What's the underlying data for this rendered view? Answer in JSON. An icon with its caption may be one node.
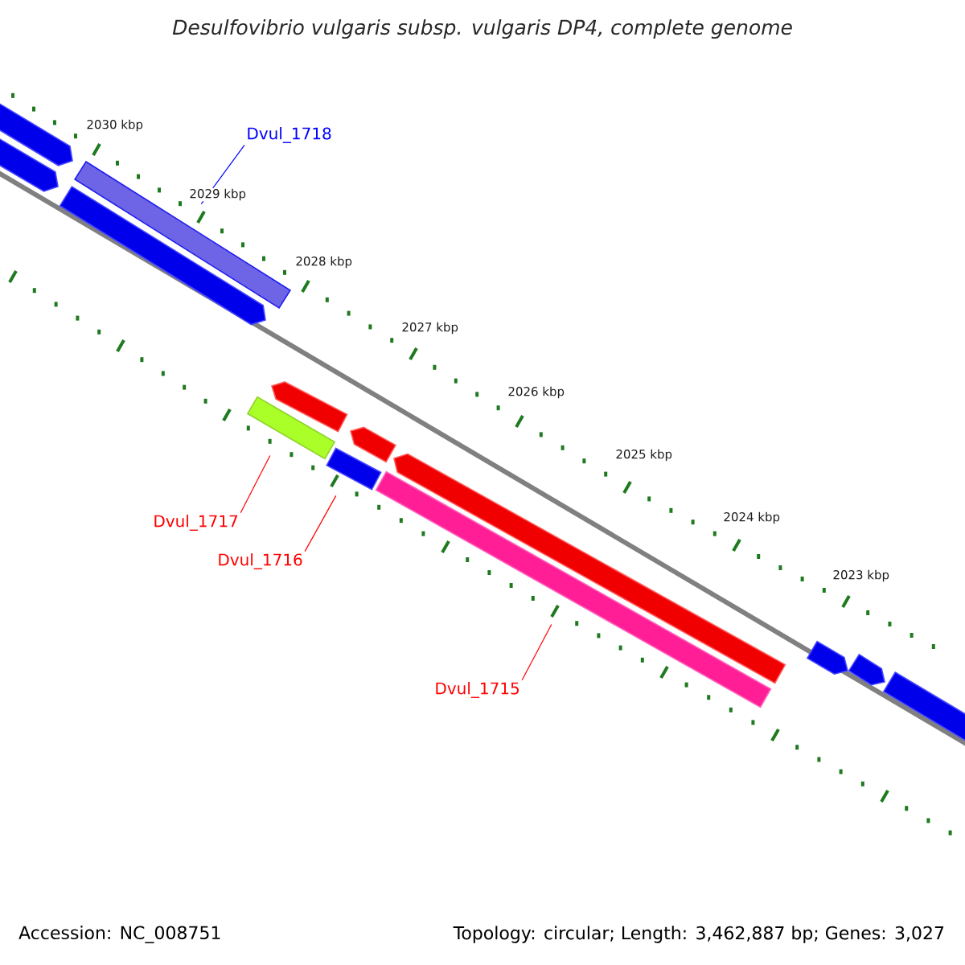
{
  "diagram": {
    "title": "Desulfovibrio vulgaris subsp. vulgaris DP4, complete genome",
    "nodes": [
      {
        "text": [
          "Dvul_1718"
        ]
      },
      {
        "text": [],
        "shape": "bar"
      },
      {
        "text": [
          "Dvul_1717"
        ]
      },
      {
        "text": [],
        "shape": "bar"
      },
      {
        "text": [
          "Dvul_1716"
        ]
      },
      {
        "text": [],
        "shape": "bar"
      },
      {
        "text": [
          "Dvul_1715"
        ]
      },
      {
        "text": [],
        "shape": "bar"
      }
    ],
    "edges": [
      {
        "from": 0,
        "to": 1,
        "arrow": "none",
        "color": "#0000ff"
      },
      {
        "from": 2,
        "to": 3,
        "arrow": "none"
      },
      {
        "from": 4,
        "to": 5,
        "arrow": "none"
      },
      {
        "from": 6,
        "to": 7,
        "arrow": "none"
      }
    ],
    "labels": [
      "2030 kbp",
      "2029 kbp",
      "2028 kbp",
      "2027 kbp",
      "2026 kbp",
      "2025 kbp",
      "2024 kbp",
      "2023 kbp",
      "Accession: NC_008751",
      "Topology: circular; Length: 3,462,887 bp; Genes: 3,027"
    ]
  }
}
